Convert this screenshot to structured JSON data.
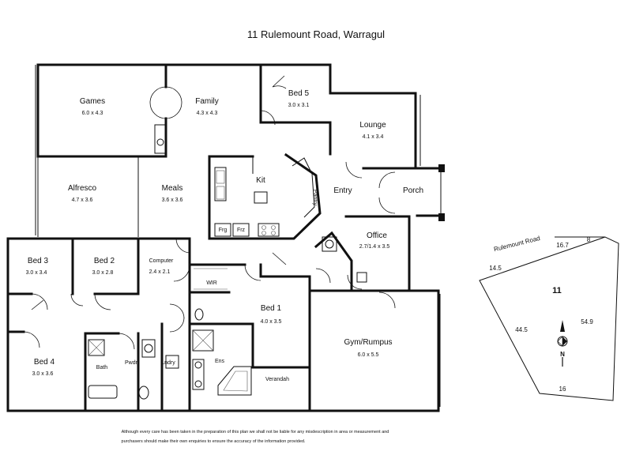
{
  "title": "11 Rulemount Road, Warragul",
  "rooms": {
    "games": {
      "name": "Games",
      "dim": "6.0 x 4.3"
    },
    "family": {
      "name": "Family",
      "dim": "4.3 x 4.3"
    },
    "bed5": {
      "name": "Bed 5",
      "dim": "3.0 x 3.1"
    },
    "lounge": {
      "name": "Lounge",
      "dim": "4.1 x 3.4"
    },
    "alfresco": {
      "name": "Alfresco",
      "dim": "4.7 x 3.6"
    },
    "meals": {
      "name": "Meals",
      "dim": "3.6 x 3.6"
    },
    "kit": {
      "name": "Kit"
    },
    "pantry": {
      "name": "Pantry"
    },
    "entry": {
      "name": "Entry"
    },
    "porch": {
      "name": "Porch"
    },
    "office": {
      "name": "Office",
      "dim": "2.7/1.4 x 3.5"
    },
    "bed3": {
      "name": "Bed 3",
      "dim": "3.0 x 3.4"
    },
    "bed2": {
      "name": "Bed 2",
      "dim": "3.0 x 2.8"
    },
    "computer": {
      "name": "Computer",
      "dim": "2.4 x 2.1"
    },
    "wir": {
      "name": "WIR"
    },
    "bed1": {
      "name": "Bed 1",
      "dim": "4.0 x 3.5"
    },
    "gym": {
      "name": "Gym/Rumpus",
      "dim": "6.0 x 5.5"
    },
    "bed4": {
      "name": "Bed 4",
      "dim": "3.0 x 3.6"
    },
    "bath": {
      "name": "Bath"
    },
    "pwdr": {
      "name": "Pwdr"
    },
    "lndry": {
      "name": "Lndry"
    },
    "ens": {
      "name": "Ens"
    },
    "verandah": {
      "name": "Verandah"
    }
  },
  "appliances": {
    "fridge": "Frg",
    "freezer": "Frz"
  },
  "site": {
    "road": "Rulemount Road",
    "lot": "11",
    "top_left": "14.5",
    "top_mid": "16.7",
    "top_right": "8",
    "left": "44.5",
    "right": "54.9",
    "bottom": "16",
    "north": "N"
  },
  "disclaimer": {
    "line1": "Although every care has been taken in the preparation of this plan we shall not be liable for any misdescription in area or measurement and",
    "line2": "purchasers should make their own enquiries to ensure the accuracy of the information provided."
  }
}
